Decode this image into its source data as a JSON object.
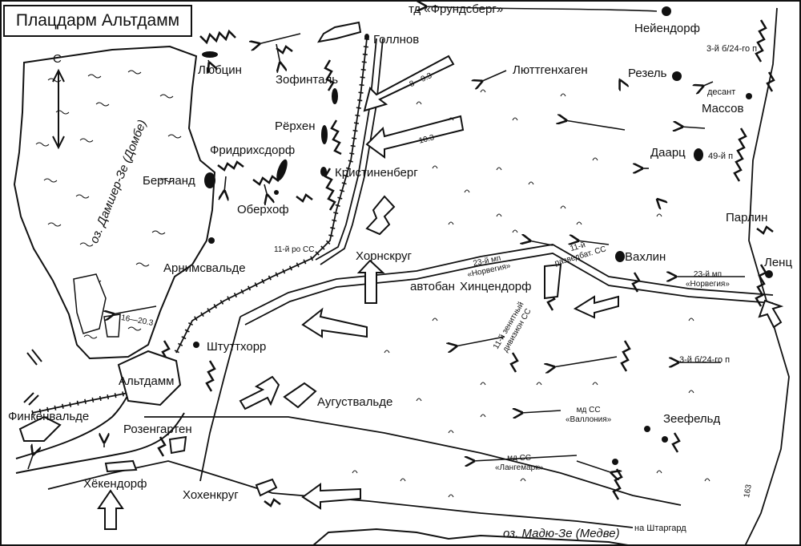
{
  "title": "Плацдарм Альтдамм",
  "north_letter": "С",
  "colors": {
    "ink": "#111111",
    "water": "#ffffff",
    "paper": "#ffffff"
  },
  "places": {
    "lyubtsin": "Любцин",
    "zofintal": "Зофинталь",
    "gollnov": "Голлнов",
    "lyuttgenhagen": "Люттгенхаген",
    "rezel": "Резель",
    "neiendorf": "Нейендорф",
    "massov": "Массов",
    "rerhen": "Рёрхен",
    "fridrihsdorf": "Фридрихсдорф",
    "kristinenberg": "Кристиненберг",
    "bergland": "Бергланд",
    "oberhof": "Оберхоф",
    "daarts": "Даарц",
    "parlin": "Парлин",
    "arnimsvalde": "Арнимсвальде",
    "hornskrug": "Хорнскруг",
    "vahlin": "Вахлин",
    "lents": "Ленц",
    "hintsendorf": "Хинцендорф",
    "shtuttkhorr": "Штуттхорр",
    "altdamm": "Альтдамм",
    "avgustvalde": "Аугуствальде",
    "finkenvalde": "Финкенвальде",
    "rozengarten": "Розенгартен",
    "zeefeld": "Зеефельд",
    "hekendorf": "Хёкендорф",
    "hohenkrug": "Хохенкруг",
    "na_shtargard": "на Штаргард",
    "autobahn": "автобан"
  },
  "water": {
    "lake_dammsher": "оз. Дамшер-Зе (Домбе)",
    "lake_madyu": "оз. Мадю-Зе (Медве)"
  },
  "units": {
    "td_frundsberg": "тд «Фрундсберг»",
    "b3_24_north": "3-й б/24-го п",
    "desant": "десант",
    "p49": "49-й п",
    "ro11": "11-й ро СС",
    "mp23_west_1": "23-й мп",
    "mp23_west_2": "«Норвегия»",
    "razv11_1": "11-й",
    "razv11_2": "разведбат. СС",
    "mp23_east_1": "23-й мп",
    "mp23_east_2": "«Норвегия»",
    "zenit11_1": "11-й зенитный",
    "zenit11_2": "дивизион СС",
    "b3_24_south": "3-й б/24-го п",
    "mdss_vallonia_1": "мд СС",
    "mdss_vallonia_2": "«Валлония»",
    "mdss_langemark_1": "мд СС",
    "mdss_langemark_2": "«Лангемарк»"
  },
  "dates": {
    "d8_9_3": "8—9.3",
    "d10_3": "10.3",
    "d16_20_3": "16—20.3"
  },
  "road_number": "163"
}
